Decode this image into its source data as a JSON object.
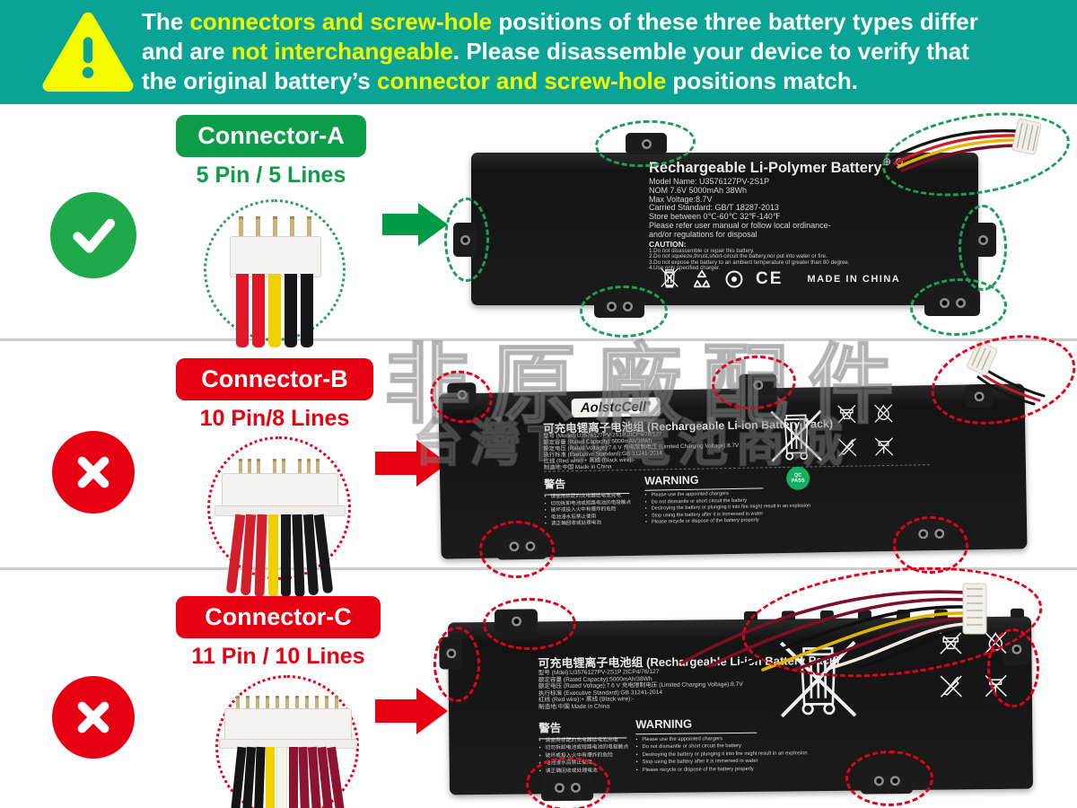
{
  "banner": {
    "line1": {
      "pre": "The ",
      "highlight": "connectors and screw-hole",
      "post": " positions of these three battery types differ"
    },
    "line2": {
      "pre": "and are ",
      "highlight": "not interchangeable",
      "post": ". Please disassemble your device to verify that"
    },
    "line3": {
      "pre": "the original battery’s ",
      "highlight": "connector and screw-hole",
      "post": " positions match."
    }
  },
  "sections": {
    "a": {
      "label": "Connector-A",
      "pins": "5 Pin / 5 Lines",
      "status": "compatible"
    },
    "b": {
      "label": "Connector-B",
      "pins": "10 Pin/8 Lines",
      "status": "not-compatible"
    },
    "c": {
      "label": "Connector-C",
      "pins": "11 Pin / 10 Lines",
      "status": "not-compatible"
    }
  },
  "battery_a": {
    "title": "Rechargeable Li-Polymer Battery",
    "specs": [
      "Model Name: U3576127PV-2S1P",
      "NOM 7.6V 5000mAh 38Wh",
      "Max Voltage:8.7V",
      "Carried Standard: GB/T 18287-2013",
      "Store between 0℃-60℃ 32℉-140℉",
      "Please refer user manual or follow local ordinance-",
      "and/or regulations for disposal"
    ],
    "caution_title": "CAUTION:",
    "cautions": [
      "1.Do not disassemble or repair this battery.",
      "2.Do not squeeze,thrust,short-circuit the battery,nor put into water or fire.",
      "3.Do not expose the battery to an ambient temperature of greater than 80 degree.",
      "4.Use only specified charger."
    ],
    "polarity": "⊕ ⊖",
    "ce_mark": "CE",
    "made_in": "MADE IN CHINA"
  },
  "battery_b": {
    "brand": "AolstcCell",
    "brand_reg": "®",
    "title": "可充电锂离子电池组 (Rechargeable Li-ion Battery Pack)",
    "specs": [
      "型号 (Model):U3576127PV-2S1P   2ICP4/76/127",
      "额定容量 (Rated Capacity):5000mAh/38Wh",
      "额定电压 (Rated Voltage):7.6 V   充电限制电压 (Limited Charging Voltage):8.7V",
      "执行标准 (Executive Standard):GB 31241-2014",
      "红线 (Red wire):+   黑线 (Black wire):-",
      "制造地:中国   Made in China"
    ],
    "warning_cn_title": "警告",
    "warning_en_title": "WARNING",
    "warnings_cn": [
      "请使用标配的充电器给电池充电",
      "切勿拆卸电池或短路电池的电极触点",
      "破坏或投入火中有爆炸的危险",
      "电池浸水后禁止使用",
      "请正确回收或处理电池"
    ],
    "warnings_en": [
      "Please use the appointed chargers",
      "Do not dismantle or short circuit the battery",
      "Destroying the battery or plunging it into fire might result in an explosion",
      "Stop using the battery after it is immersed in water",
      "Please recycle or dispose of the battery properly"
    ],
    "qc_badge": {
      "line1": "QC",
      "line2": "PASS"
    }
  },
  "battery_c": {
    "title": "可充电锂离子电池组 (Rechargeable Li-ion Battery Pack)",
    "specs": [
      "型号 (Mdel):U3576127PV-2S1P   2ICP4/76/127",
      "额定容量 (Rated Capacity):5000mAh/38Wh",
      "额定电压 (Rated Voltage):7.6 V   充电限制电压 (Limited Charging Voltage):8.7V",
      "执行标准 (Executive Standard):GB 31241-2014",
      "红线 (Red wire):+   黑线 (Black wire):-",
      "制造地:中国   Made in China"
    ],
    "warning_cn_title": "警告",
    "warning_en_title": "WARNING",
    "warnings_cn": [
      "请使用标配的充电器给电池充电",
      "切勿拆卸电池或短路电池的电极触点",
      "破坏或投入火中有爆炸的危险",
      "电池浸水后禁止使用",
      "请正确回收或处理电池"
    ],
    "warnings_en": [
      "Please use the appointed chargers",
      "Do not dismantle or short circuit the battery",
      "Destroying the battery or plunging it into fire might result in an explosion",
      "Stop using the battery after it is immersed in water",
      "Please recycle or dispose of the battery properly"
    ]
  },
  "watermark": {
    "line1": "非原廠配件",
    "line2": "台灣TW電池商城"
  },
  "colors": {
    "banner_bg": "#0aa496",
    "highlight_yellow": "#f4fb00",
    "green": "#0f9c49",
    "red": "#e60012",
    "dashed_green": "#1d9e55",
    "dashed_red": "#e3001b",
    "wire_colors_a": [
      "#e01728",
      "#e01728",
      "#f2cf00",
      "#15151a",
      "#15151a"
    ],
    "wire_colors_b": [
      "#d21f2c",
      "#d21f2c",
      "#d21f2c",
      "#f2cf00",
      "#17171c",
      "#17171c",
      "#17171c",
      "#17171c"
    ],
    "wire_colors_c": [
      "#141414",
      "#141414",
      "#141414",
      "#f2cf00",
      "#f5f2ea",
      "#8d1430",
      "#8d1430",
      "#8d1430",
      "#8d1430",
      "#8d1430"
    ]
  }
}
